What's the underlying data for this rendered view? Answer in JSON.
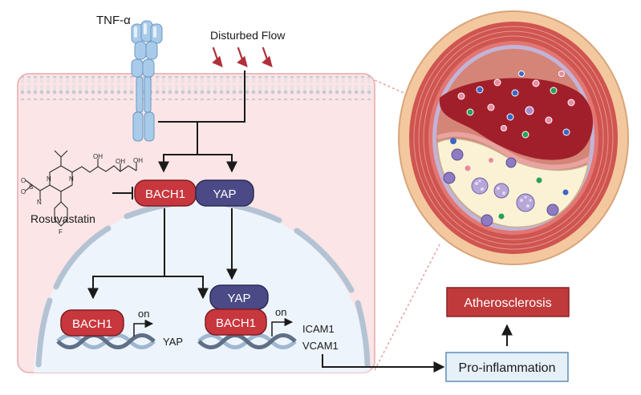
{
  "labels": {
    "tnf": "TNF-α",
    "disturbed_flow": "Disturbed Flow",
    "rosuvastatin": "Rosuvastatin",
    "on": "on",
    "icam1": "ICAM1",
    "vcam1": "VCAM1"
  },
  "molecules": {
    "bach1": "BACH1",
    "yap": "YAP"
  },
  "outcomes": {
    "pro_inflammation": "Pro-inflammation",
    "atherosclerosis": "Atherosclerosis"
  },
  "drug_structure": {
    "atoms": [
      "O",
      "S",
      "N",
      "N",
      "N",
      "OH",
      "OH",
      "OH",
      "O",
      "F"
    ]
  },
  "colors": {
    "cell_fill": "#fbe5e6",
    "cell_border": "#e7a8ab",
    "nucleus_fill": "#eef4fb",
    "bach1_fill": "#c8373e",
    "yap_fill": "#4c4a86",
    "blue_outcome": "#e6f0f9",
    "red_outcome": "#c03a3c",
    "dna_light": "#9fb7d0",
    "dna_dark": "#5e6f86"
  }
}
